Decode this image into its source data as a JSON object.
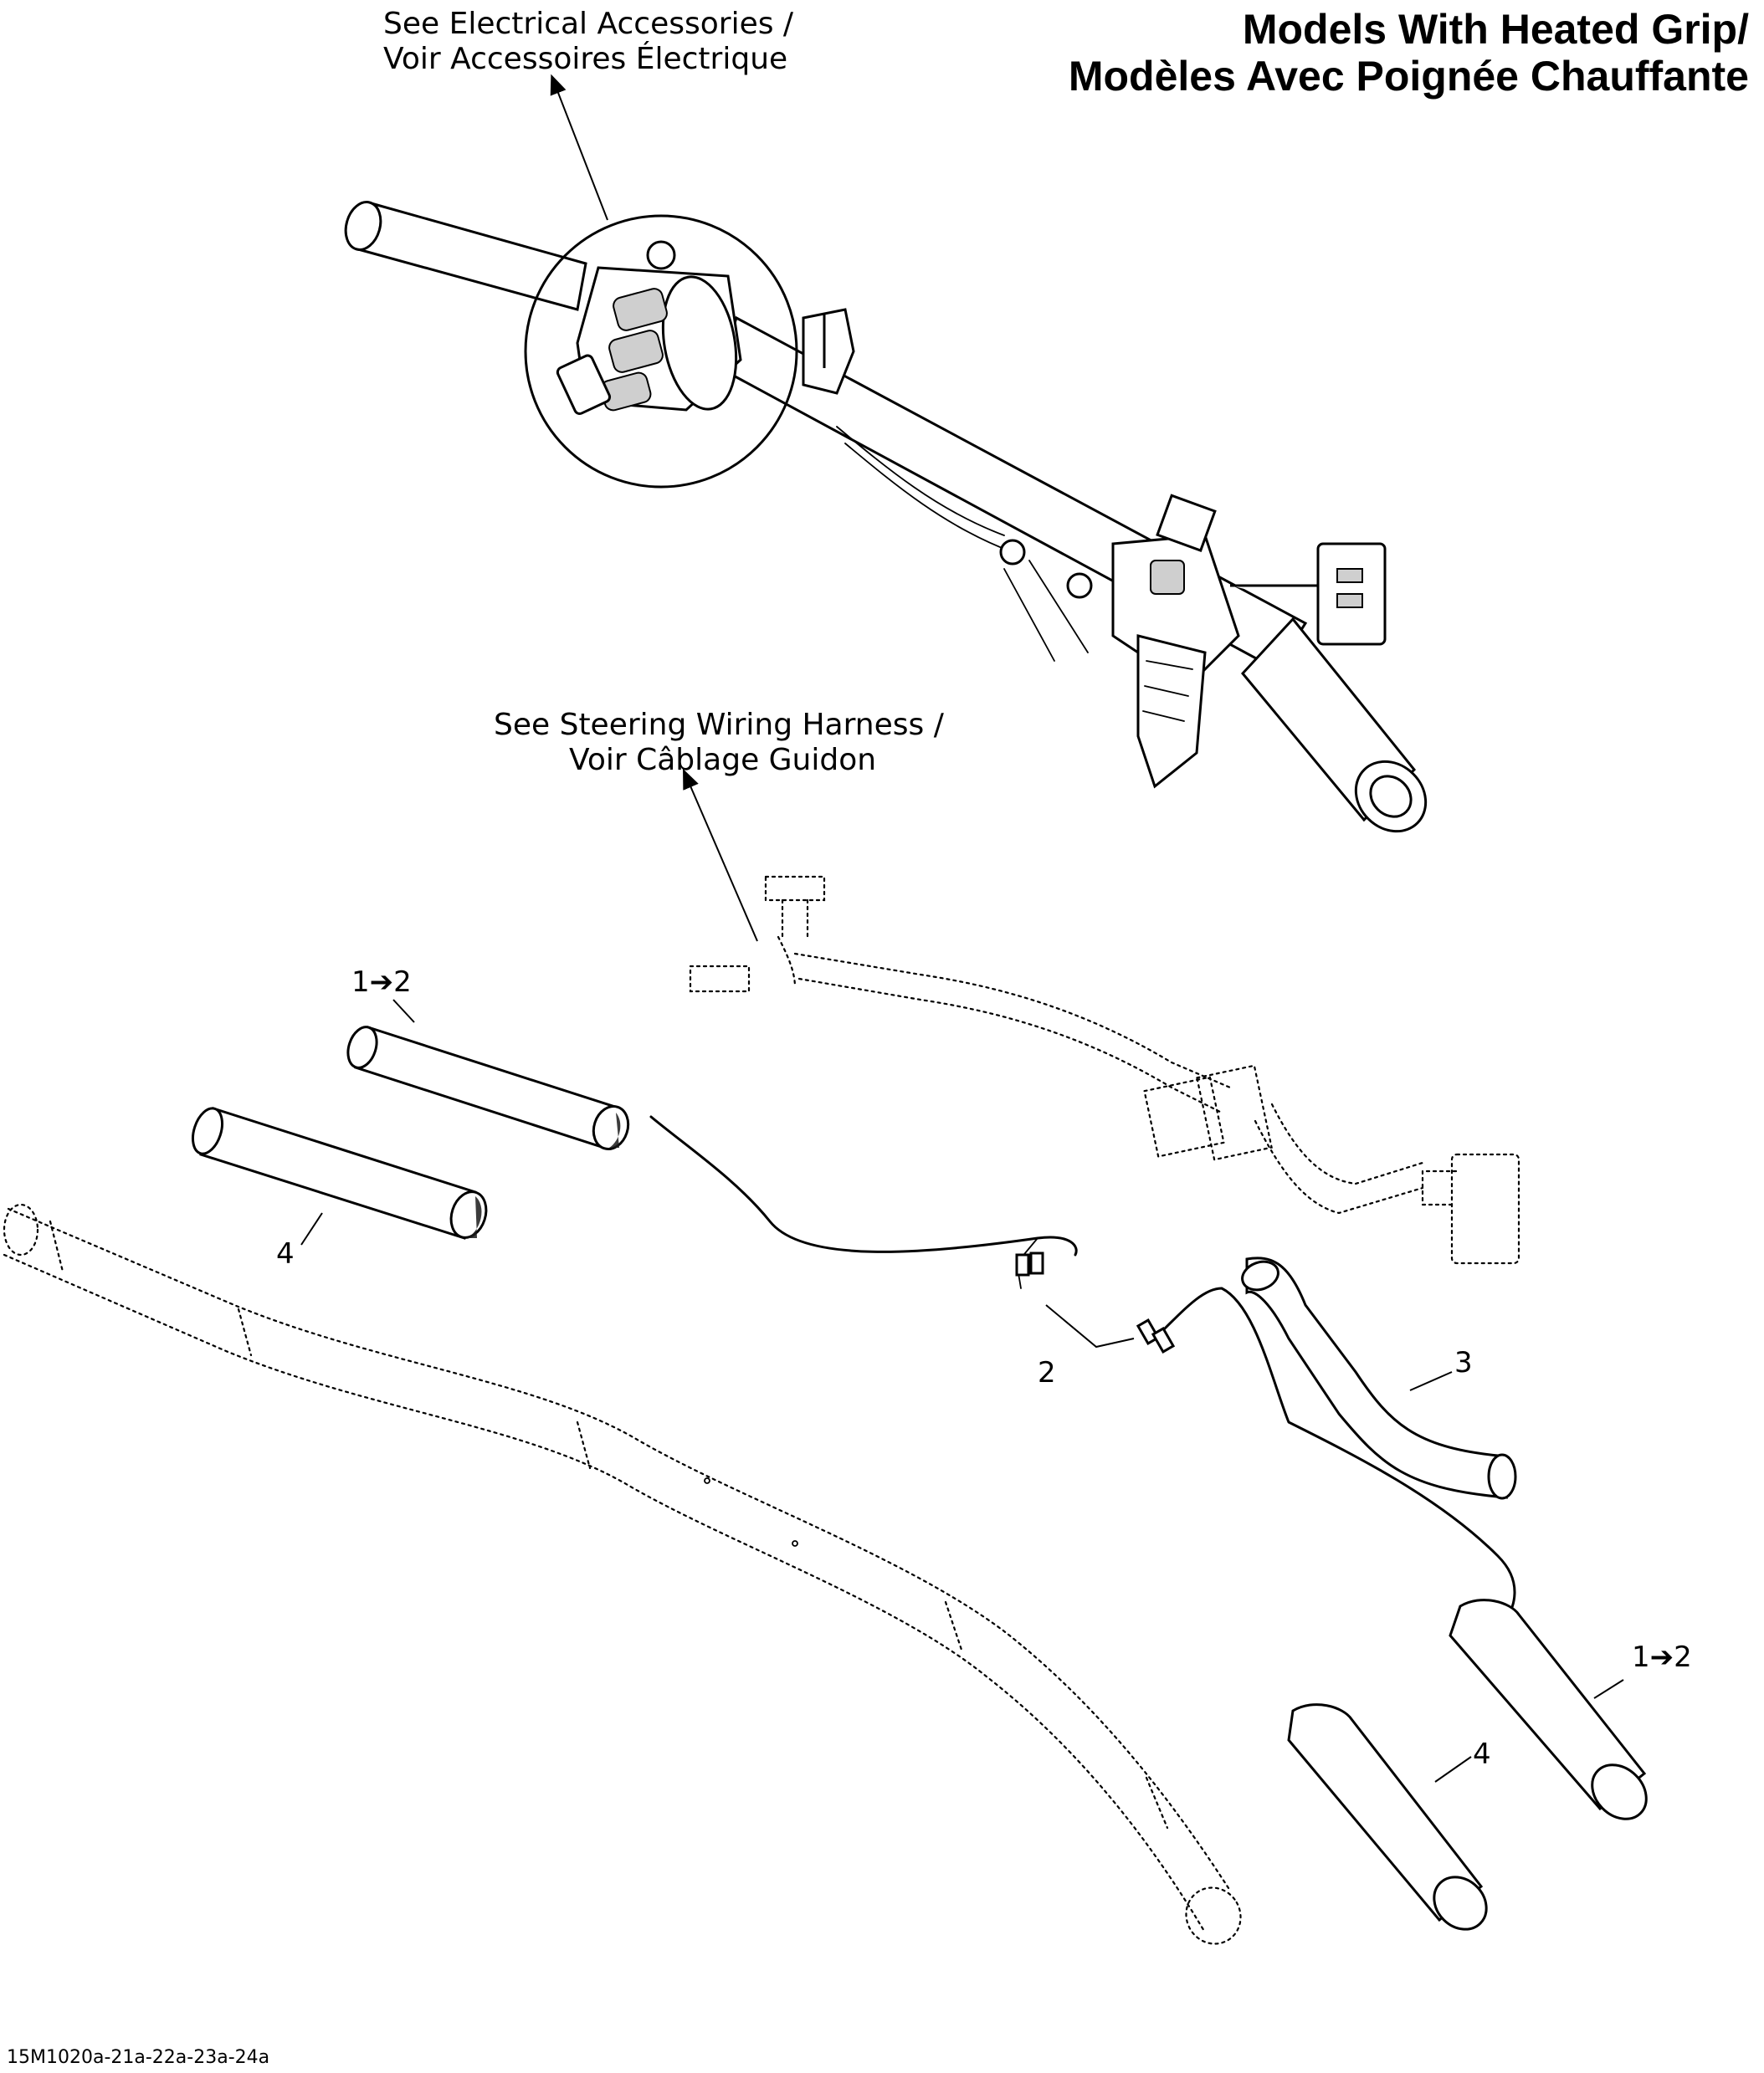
{
  "title": {
    "line1": "Models With Heated Grip/",
    "line2": "Modèles Avec Poignée Chauffante"
  },
  "references": {
    "electrical": {
      "line1": "See Electrical Accessories /",
      "line2": "Voir Accessoires Électrique"
    },
    "steering": {
      "line1": "See Steering Wiring Harness /",
      "line2": "Voir Câblage Guidon"
    }
  },
  "callouts": {
    "grip_left": "1➔2",
    "grip_right": "1➔2",
    "cover_left": "4",
    "cover_right": "4",
    "connector": "2",
    "tube": "3"
  },
  "drawing_code": "15M1020a-21a-22a-23a-24a"
}
